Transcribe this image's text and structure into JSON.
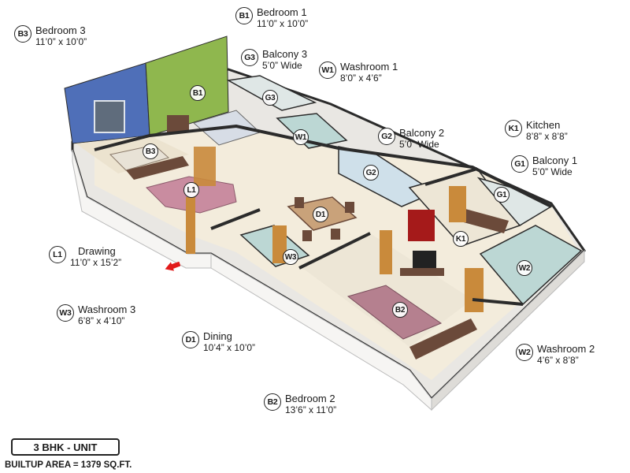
{
  "unit_title": "3 BHK - UNIT",
  "builtup_area": "BUILTUP AREA = 1379 SQ.FT.",
  "rooms": [
    {
      "code": "B3",
      "name": "Bedroom 3",
      "dim": "11’0” x 10’0”"
    },
    {
      "code": "B1",
      "name": "Bedroom 1",
      "dim": "11’0” x 10’0”"
    },
    {
      "code": "G3",
      "name": "Balcony 3",
      "dim": "5’0” Wide"
    },
    {
      "code": "W1",
      "name": "Washroom 1",
      "dim": "8’0” x 4’6”"
    },
    {
      "code": "G2",
      "name": "Balcony 2",
      "dim": "5’0” Wide"
    },
    {
      "code": "K1",
      "name": "Kitchen",
      "dim": "8’8” x 8’8”"
    },
    {
      "code": "G1",
      "name": "Balcony 1",
      "dim": "5’0” Wide"
    },
    {
      "code": "L1",
      "name": "Drawing",
      "dim": "11’0” x 15’2”"
    },
    {
      "code": "W3",
      "name": "Washroom 3",
      "dim": "6’8” x 4’10”"
    },
    {
      "code": "D1",
      "name": "Dining",
      "dim": "10’4” x 10’0”"
    },
    {
      "code": "W2",
      "name": "Washroom 2",
      "dim": "4’6” x 8’8”"
    },
    {
      "code": "B2",
      "name": "Bedroom 2",
      "dim": "13’6” x 11’0”"
    }
  ],
  "colors": {
    "bedroom3_wall": "#4f6fb8",
    "bedroom1_wall": "#8fb74e",
    "floor": "#f3ecdc",
    "wall": "#ffffff",
    "wall_cap": "#2b2b2b",
    "furniture_wood": "#6b4a3a",
    "sofa": "#c98ca0",
    "fridge": "#a51a1a",
    "tile": "#bcd7d4",
    "door": "#c98a3b",
    "entry_arrow": "#e21a1a"
  },
  "icons": {
    "entry": "red-arrow-icon"
  }
}
